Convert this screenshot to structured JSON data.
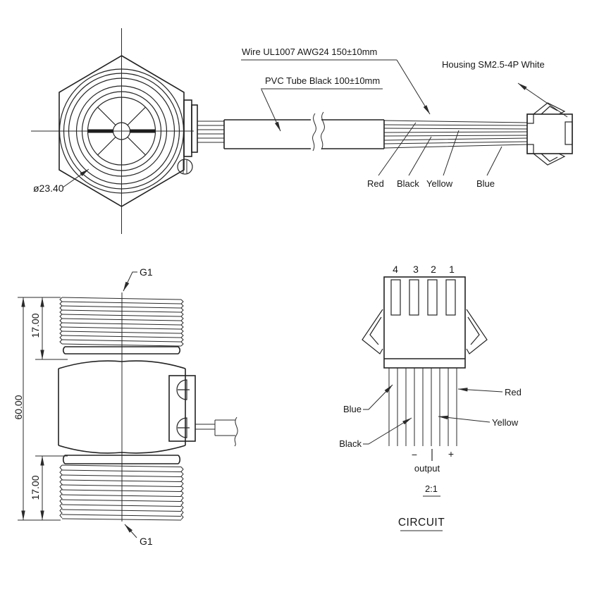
{
  "drawing": {
    "front_view": {
      "diameter_label": "ø23.40"
    },
    "cable": {
      "wire_spec": "Wire UL1007 AWG24  150±10mm",
      "tube_spec": "PVC Tube Black 100±10mm",
      "housing": "Housing SM2.5-4P White",
      "wire_colors": [
        "Red",
        "Black",
        "Yellow",
        "Blue"
      ]
    },
    "side_view": {
      "overall_length": "60.00",
      "top_thread_len": "17.00",
      "bottom_thread_len": "17.00",
      "top_thread": "G1",
      "bottom_thread": "G1"
    },
    "circuit": {
      "pins": [
        "4",
        "3",
        "2",
        "1"
      ],
      "blue": "Blue",
      "black": "Black",
      "red": "Red",
      "yellow": "Yellow",
      "minus": "−",
      "plus": "+",
      "output": "output",
      "scale": "2:1",
      "title": "CIRCUIT"
    }
  }
}
